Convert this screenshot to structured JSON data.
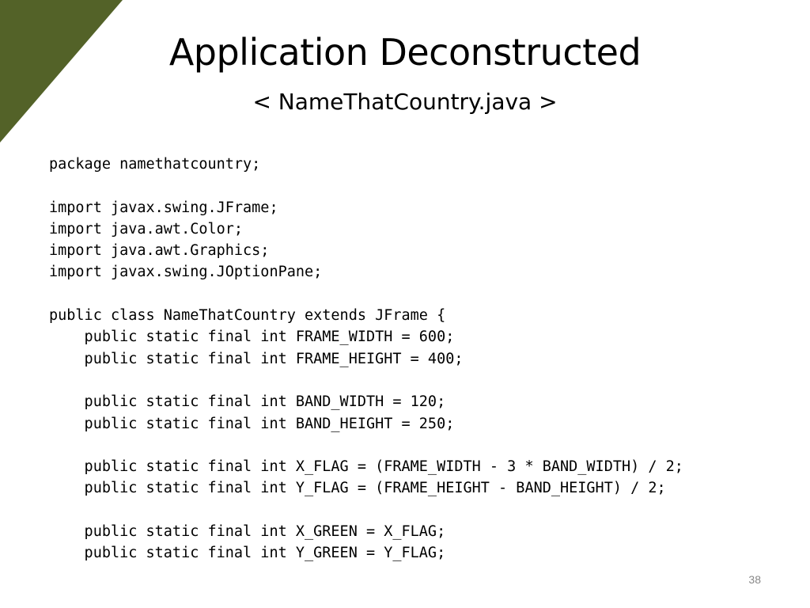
{
  "slide": {
    "title": "Application Deconstructed",
    "subtitle": "< NameThatCountry.java >",
    "page_number": "38",
    "accent_color": "#536228"
  },
  "code_lines": [
    "package namethatcountry;",
    "",
    "import javax.swing.JFrame;",
    "import java.awt.Color;",
    "import java.awt.Graphics;",
    "import javax.swing.JOptionPane;",
    "",
    "public class NameThatCountry extends JFrame {",
    "    public static final int FRAME_WIDTH = 600;",
    "    public static final int FRAME_HEIGHT = 400;",
    "",
    "    public static final int BAND_WIDTH = 120;",
    "    public static final int BAND_HEIGHT = 250;",
    "",
    "    public static final int X_FLAG = (FRAME_WIDTH - 3 * BAND_WIDTH) / 2;",
    "    public static final int Y_FLAG = (FRAME_HEIGHT - BAND_HEIGHT) / 2;",
    "",
    "    public static final int X_GREEN = X_FLAG;",
    "    public static final int Y_GREEN = Y_FLAG;"
  ]
}
